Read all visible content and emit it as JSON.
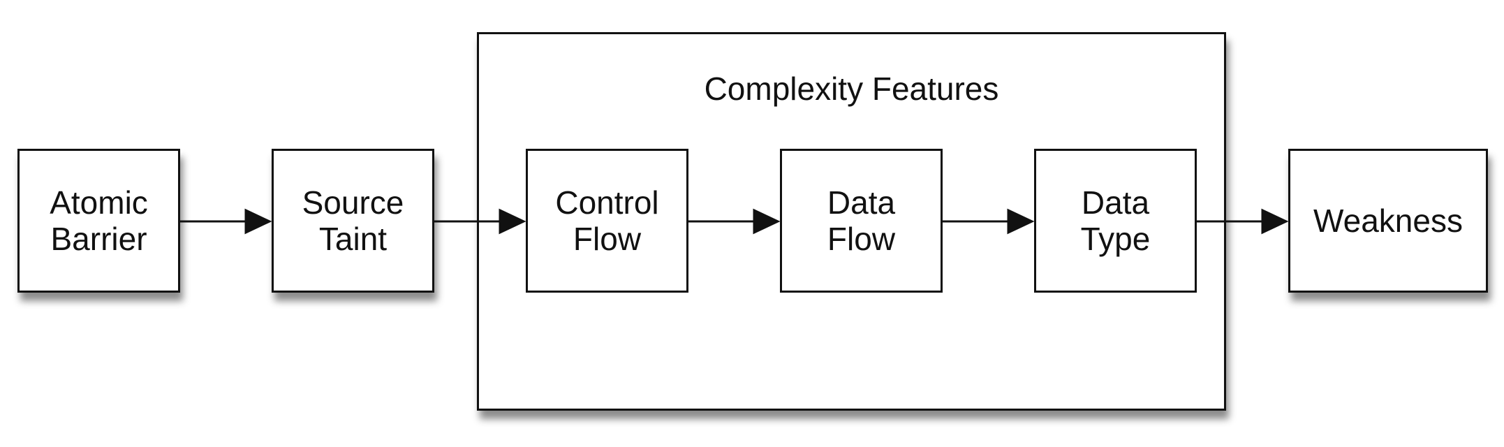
{
  "diagram": {
    "group": {
      "title": "Complexity Features"
    },
    "nodes": {
      "atomic_barrier": "Atomic\nBarrier",
      "source_taint": "Source\nTaint",
      "control_flow": "Control\nFlow",
      "data_flow": "Data\nFlow",
      "data_type": "Data\nType",
      "weakness": "Weakness"
    }
  }
}
